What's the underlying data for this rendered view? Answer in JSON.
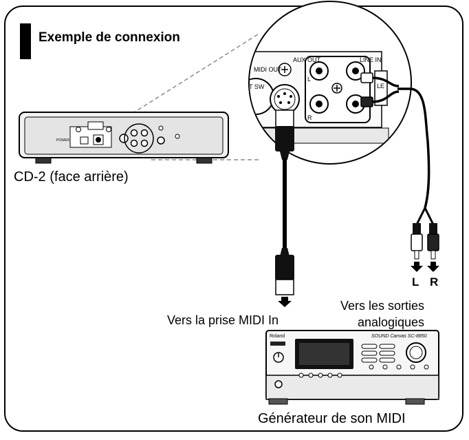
{
  "title": "Exemple de connexion",
  "device_caption": "CD-2 (face arrière)",
  "zoom_labels": {
    "midi_out": "MIDI OUT",
    "aux_out": "AUX OUT",
    "line_in": "LINE IN",
    "foot_sw": "T SW",
    "l": "L",
    "r": "R",
    "le": "LE"
  },
  "device_labels": {
    "power": "POWER"
  },
  "midi_in_caption": "Vers la prise MIDI In",
  "analog_caption": [
    "Vers les sorties",
    "analogiques"
  ],
  "lr_labels": {
    "left": "L",
    "right": "R"
  },
  "generator_caption": "Générateur de son MIDI",
  "generator_brand": "Roland",
  "generator_model": "SOUND Canvas SC-8850"
}
